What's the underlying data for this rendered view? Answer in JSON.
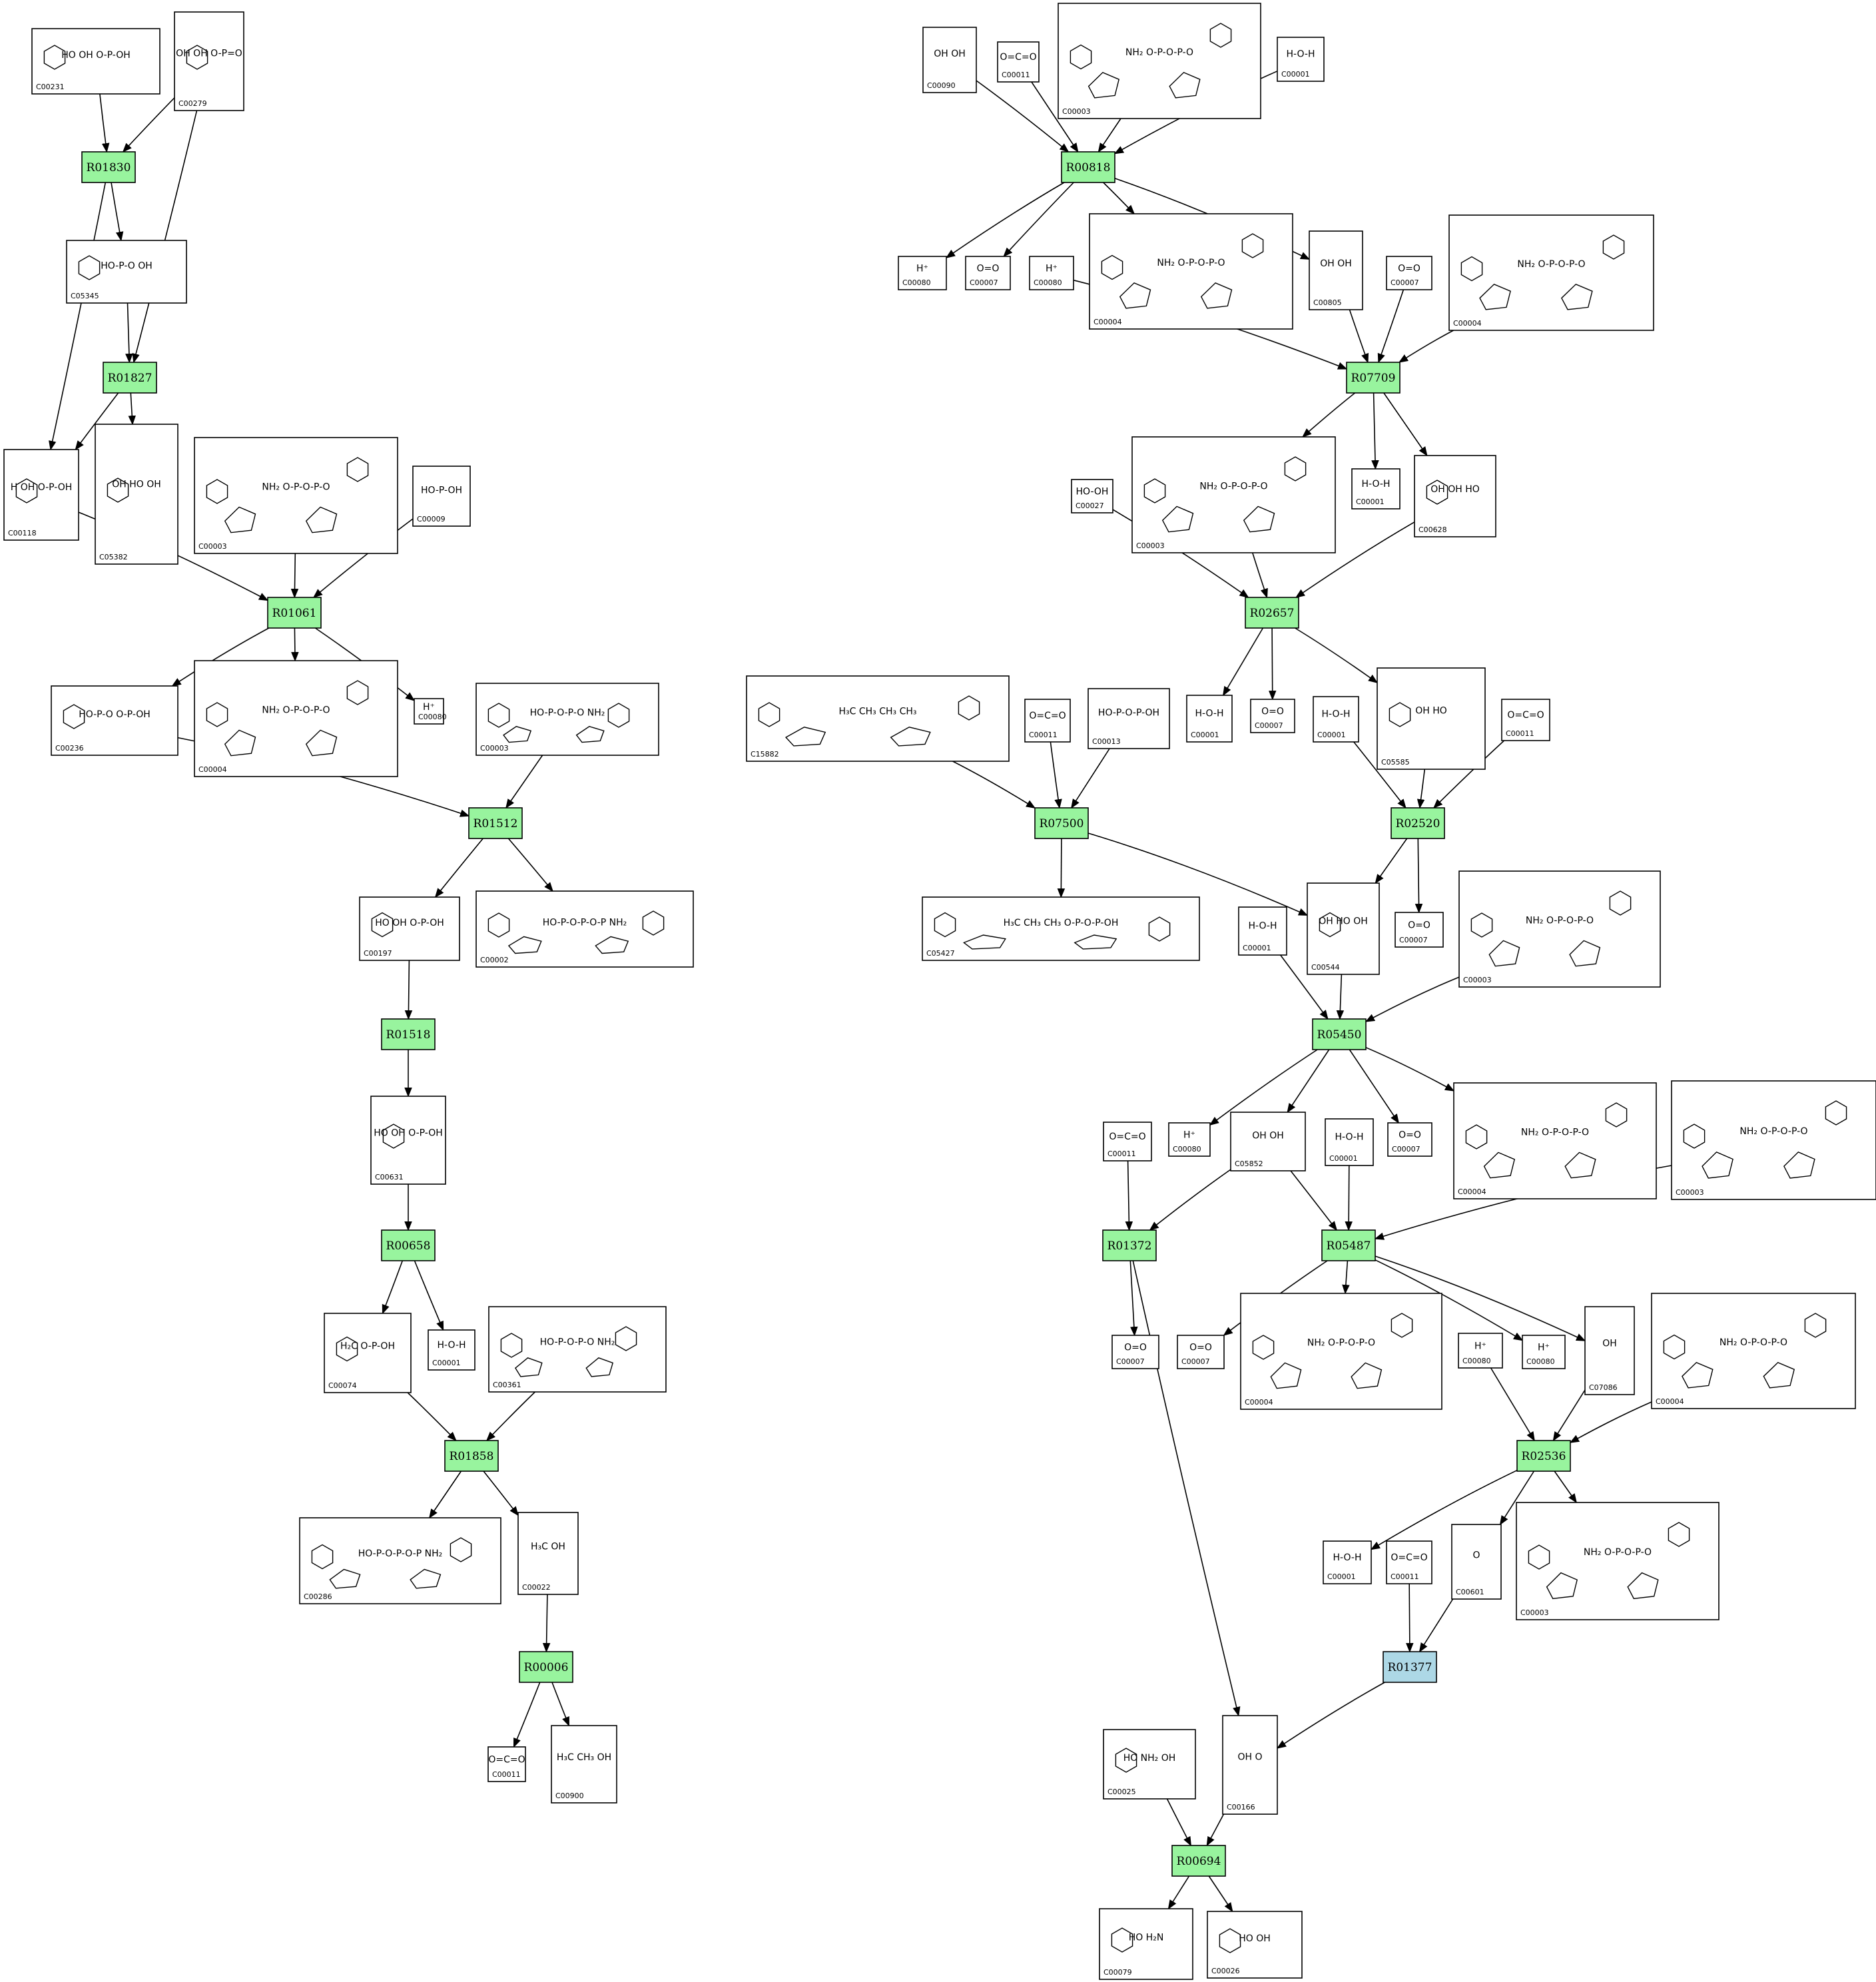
{
  "colors": {
    "reaction_fill": "#98f49e",
    "reaction_fill_alt": "#add8e6",
    "stroke": "#000000",
    "background": "#ffffff"
  },
  "reactions": [
    {
      "id": "R01830",
      "label": "R01830"
    },
    {
      "id": "R01827",
      "label": "R01827"
    },
    {
      "id": "R01061",
      "label": "R01061"
    },
    {
      "id": "R01512",
      "label": "R01512"
    },
    {
      "id": "R01518",
      "label": "R01518"
    },
    {
      "id": "R00658",
      "label": "R00658"
    },
    {
      "id": "R01858",
      "label": "R01858"
    },
    {
      "id": "R00006",
      "label": "R00006"
    },
    {
      "id": "R00818",
      "label": "R00818"
    },
    {
      "id": "R07709",
      "label": "R07709"
    },
    {
      "id": "R02657",
      "label": "R02657"
    },
    {
      "id": "R07500",
      "label": "R07500"
    },
    {
      "id": "R02520",
      "label": "R02520"
    },
    {
      "id": "R05450",
      "label": "R05450"
    },
    {
      "id": "R01372",
      "label": "R01372"
    },
    {
      "id": "R05487",
      "label": "R05487"
    },
    {
      "id": "R02536",
      "label": "R02536"
    },
    {
      "id": "R01377",
      "label": "R01377",
      "alt": true
    },
    {
      "id": "R00694",
      "label": "R00694"
    }
  ],
  "compounds": [
    {
      "label": "C00231",
      "formula": "HO OH O-P-OH"
    },
    {
      "label": "C00279",
      "formula": "OH OH O-P=O"
    },
    {
      "label": "C05345",
      "formula": "HO-P-O OH"
    },
    {
      "label": "C00118",
      "formula": "H OH O-P-OH"
    },
    {
      "label": "C05382",
      "formula": "OH HO OH"
    },
    {
      "label": "C00003",
      "formula": "NH₂  O-P-O-P-O"
    },
    {
      "label": "C00009",
      "formula": "HO-P-OH"
    },
    {
      "label": "C00236",
      "formula": "HO-P-O O-P-OH"
    },
    {
      "label": "C00004",
      "formula": "NH₂  O-P-O-P-O"
    },
    {
      "label": "C00080",
      "formula": "H⁺"
    },
    {
      "label": "C00003",
      "formula": "HO-P-O-P-O NH₂"
    },
    {
      "label": "C00197",
      "formula": "HO OH O-P-OH"
    },
    {
      "label": "C00002",
      "formula": "HO-P-O-P-O-P NH₂"
    },
    {
      "label": "C00631",
      "formula": "HO OH O-P-OH"
    },
    {
      "label": "C00074",
      "formula": "H₂C O-P-OH"
    },
    {
      "label": "C00001",
      "formula": "H-O-H"
    },
    {
      "label": "C00361",
      "formula": "HO-P-O-P-O NH₂"
    },
    {
      "label": "C00286",
      "formula": "HO-P-O-P-O-P NH₂"
    },
    {
      "label": "C00022",
      "formula": "H₃C OH"
    },
    {
      "label": "C00011",
      "formula": "O=C=O"
    },
    {
      "label": "C00900",
      "formula": "H₃C CH₃ OH"
    },
    {
      "label": "C00090",
      "formula": "OH OH"
    },
    {
      "label": "C00011",
      "formula": "O=C=O"
    },
    {
      "label": "C00003",
      "formula": "NH₂  O-P-O-P-O"
    },
    {
      "label": "C00001",
      "formula": "H-O-H"
    },
    {
      "label": "C00080",
      "formula": "H⁺"
    },
    {
      "label": "C00007",
      "formula": "O=O"
    },
    {
      "label": "C00080",
      "formula": "H⁺"
    },
    {
      "label": "C00004",
      "formula": "NH₂  O-P-O-P-O"
    },
    {
      "label": "C00805",
      "formula": "OH OH"
    },
    {
      "label": "C00007",
      "formula": "O=O"
    },
    {
      "label": "C00004",
      "formula": "NH₂  O-P-O-P-O"
    },
    {
      "label": "C00027",
      "formula": "HO-OH"
    },
    {
      "label": "C00003",
      "formula": "NH₂  O-P-O-P-O"
    },
    {
      "label": "C00001",
      "formula": "H-O-H"
    },
    {
      "label": "C00628",
      "formula": "OH OH HO"
    },
    {
      "label": "C15882",
      "formula": "H₃C CH₃ CH₃ CH₃"
    },
    {
      "label": "C00011",
      "formula": "O=C=O"
    },
    {
      "label": "C00013",
      "formula": "HO-P-O-P-OH"
    },
    {
      "label": "C00001",
      "formula": "H-O-H"
    },
    {
      "label": "C00007",
      "formula": "O=O"
    },
    {
      "label": "C00001",
      "formula": "H-O-H"
    },
    {
      "label": "C05585",
      "formula": "OH HO"
    },
    {
      "label": "C00011",
      "formula": "O=C=O"
    },
    {
      "label": "C05427",
      "formula": "H₃C CH₃ CH₃ O-P-O-P-OH"
    },
    {
      "label": "C00001",
      "formula": "H-O-H"
    },
    {
      "label": "C00544",
      "formula": "OH HO OH"
    },
    {
      "label": "C00007",
      "formula": "O=O"
    },
    {
      "label": "C00003",
      "formula": "NH₂  O-P-O-P-O"
    },
    {
      "label": "C00011",
      "formula": "O=C=O"
    },
    {
      "label": "C00080",
      "formula": "H⁺"
    },
    {
      "label": "C05852",
      "formula": "OH OH"
    },
    {
      "label": "C00001",
      "formula": "H-O-H"
    },
    {
      "label": "C00007",
      "formula": "O=O"
    },
    {
      "label": "C00004",
      "formula": "NH₂  O-P-O-P-O"
    },
    {
      "label": "C00003",
      "formula": "NH₂  O-P-O-P-O"
    },
    {
      "label": "C00007",
      "formula": "O=O"
    },
    {
      "label": "C00007",
      "formula": "O=O"
    },
    {
      "label": "C00004",
      "formula": "NH₂  O-P-O-P-O"
    },
    {
      "label": "C00080",
      "formula": "H⁺"
    },
    {
      "label": "C00080",
      "formula": "H⁺"
    },
    {
      "label": "C07086",
      "formula": "OH"
    },
    {
      "label": "C00004",
      "formula": "NH₂  O-P-O-P-O"
    },
    {
      "label": "C00001",
      "formula": "H-O-H"
    },
    {
      "label": "C00011",
      "formula": "O=C=O"
    },
    {
      "label": "C00601",
      "formula": "O"
    },
    {
      "label": "C00003",
      "formula": "NH₂  O-P-O-P-O"
    },
    {
      "label": "C00025",
      "formula": "HO NH₂ OH"
    },
    {
      "label": "C00166",
      "formula": "OH O"
    },
    {
      "label": "C00079",
      "formula": "HO H₂N"
    },
    {
      "label": "C00026",
      "formula": "HO OH"
    }
  ]
}
